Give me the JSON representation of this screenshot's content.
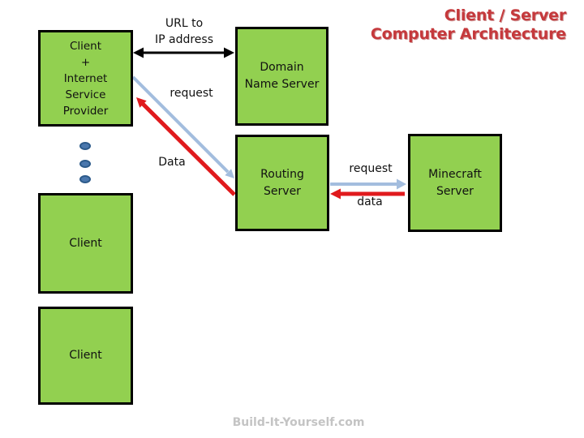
{
  "title": {
    "text": "Client / Server\nComputer Architecture"
  },
  "nodes": {
    "client_isp": {
      "label": "Client\n+\nInternet\nService\nProvider"
    },
    "domain_name_server": {
      "label": "Domain\nName Server"
    },
    "routing_server": {
      "label": "Routing\nServer"
    },
    "minecraft_server": {
      "label": "Minecraft\nServer"
    },
    "client_2": {
      "label": "Client"
    },
    "client_3": {
      "label": "Client"
    }
  },
  "edges": {
    "url_to_ip": {
      "label": "URL to\nIP address",
      "style": "black double-headed arrow"
    },
    "client_request": {
      "label": "request",
      "style": "blue arrow client to routing server"
    },
    "client_data": {
      "label": "Data",
      "style": "red arrow routing server to client"
    },
    "server_request": {
      "label": "request",
      "style": "blue arrow routing to minecraft server"
    },
    "server_data": {
      "label": "data",
      "style": "red arrow minecraft to routing server"
    }
  },
  "footer": {
    "watermark": "Build-It-Yourself.com"
  },
  "icons": {
    "ellipsis_dots": "more-clients-ellipsis"
  },
  "colors": {
    "node_fill": "#92d050",
    "node_border": "#000000",
    "title_red": "#c5393c",
    "arrow_red": "#e01a1d",
    "arrow_blue": "#a3bdde",
    "arrow_black": "#000000",
    "watermark_gray": "#c4c4c4",
    "dot_blue": "#4a77ad"
  }
}
